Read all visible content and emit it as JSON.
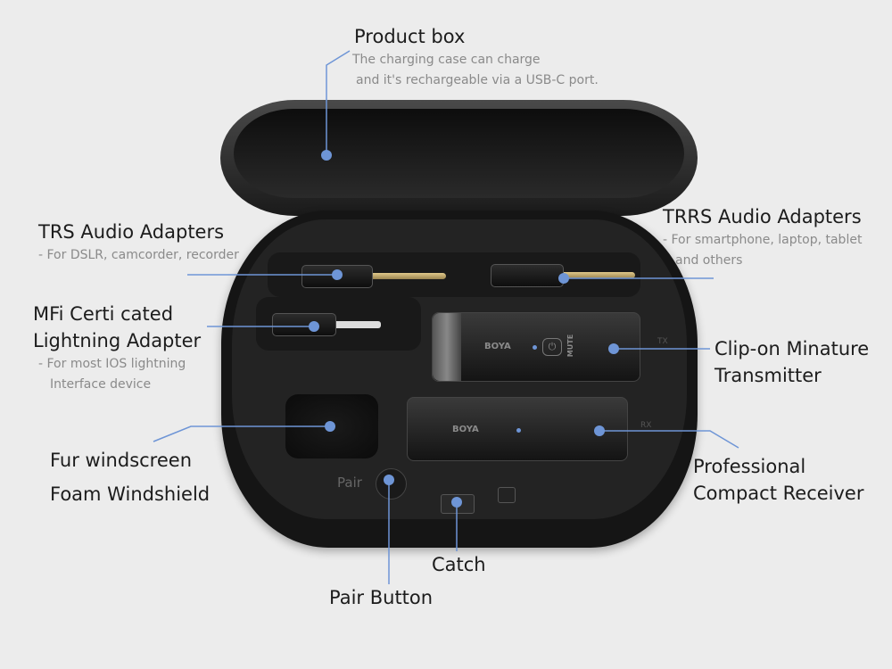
{
  "colors": {
    "accent": "#6e95d6",
    "background": "#ececec"
  },
  "callouts": {
    "product_box": {
      "title": "Product box",
      "desc": [
        "The charging case can charge",
        "and it's rechargeable via a USB-C port."
      ]
    },
    "trs": {
      "title": "TRS Audio Adapters",
      "desc": [
        "- For DSLR, camcorder, recorder"
      ]
    },
    "trrs": {
      "title": "TRRS Audio Adapters",
      "desc": [
        "- For smartphone, laptop, tablet",
        "and others"
      ]
    },
    "mfi": {
      "title": [
        "MFi Certi cated",
        "Lightning Adapter"
      ],
      "desc": [
        "- For most IOS lightning",
        "Interface device"
      ]
    },
    "transmitter": {
      "title": [
        "Clip-on Minature",
        "Transmitter"
      ]
    },
    "windscreen": {
      "title": [
        "Fur windscreen",
        "Foam Windshield"
      ]
    },
    "receiver": {
      "title": [
        "Professional",
        "Compact Receiver"
      ]
    },
    "catch": {
      "title": "Catch"
    },
    "pair": {
      "title": "Pair Button"
    }
  },
  "device": {
    "brand": "BOYA",
    "mute": "MUTE",
    "tx": "TX",
    "rx": "RX",
    "pair": "Pair"
  }
}
